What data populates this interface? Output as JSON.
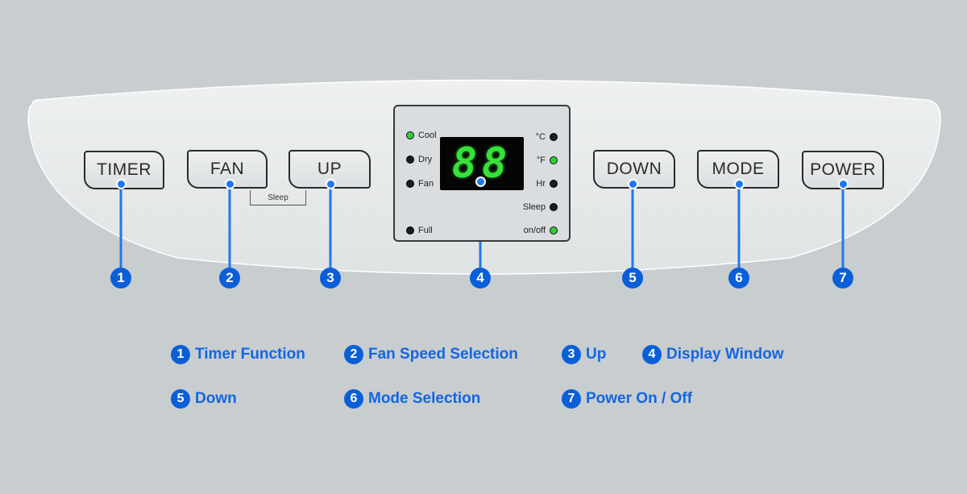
{
  "buttons": {
    "timer": "TIMER",
    "fan": "FAN",
    "up": "UP",
    "down": "DOWN",
    "mode": "MODE",
    "power": "POWER",
    "sleep_bracket": "Sleep"
  },
  "display": {
    "digits": "88",
    "left_indicators": [
      {
        "label": "Cool",
        "lit": true
      },
      {
        "label": "Dry",
        "lit": false
      },
      {
        "label": "Fan",
        "lit": false
      },
      {
        "label": "Full",
        "lit": false
      }
    ],
    "right_indicators": [
      {
        "label": "°C",
        "lit": false
      },
      {
        "label": "°F",
        "lit": true
      },
      {
        "label": "Hr",
        "lit": false
      },
      {
        "label": "Sleep",
        "lit": false
      },
      {
        "label": "on/off",
        "lit": true
      }
    ]
  },
  "callouts": [
    "1",
    "2",
    "3",
    "4",
    "5",
    "6",
    "7"
  ],
  "legend": [
    {
      "num": "1",
      "text": "Timer Function"
    },
    {
      "num": "2",
      "text": "Fan Speed Selection"
    },
    {
      "num": "3",
      "text": "Up"
    },
    {
      "num": "4",
      "text": "Display Window"
    },
    {
      "num": "5",
      "text": "Down"
    },
    {
      "num": "6",
      "text": "Mode Selection"
    },
    {
      "num": "7",
      "text": "Power On / Off"
    }
  ],
  "colors": {
    "background": "#c8cdcf",
    "panel": "#e6e8e9",
    "callout_blue": "#1f78ee",
    "legend_blue": "#1566e0",
    "indicator_green": "#2fcf3a"
  }
}
